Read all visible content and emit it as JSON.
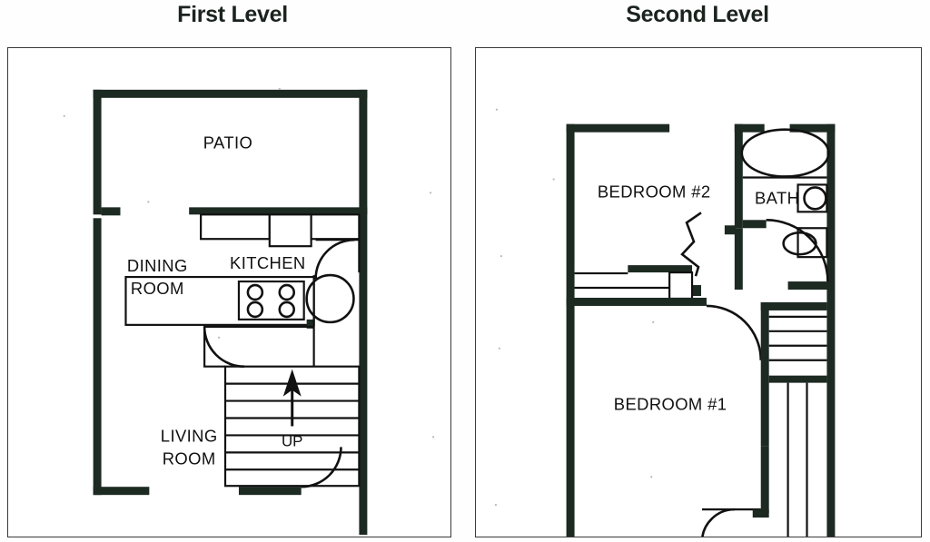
{
  "document": {
    "kind": "floor-plan",
    "panel_count": 2
  },
  "panels": [
    {
      "title": "First Level",
      "rooms": [
        {
          "name": "PATIO",
          "label_lines": [
            "PATIO"
          ]
        },
        {
          "name": "KITCHEN",
          "label_lines": [
            "KITCHEN"
          ]
        },
        {
          "name": "DINING ROOM",
          "label_lines": [
            "DINING",
            "ROOM"
          ]
        },
        {
          "name": "LIVING ROOM",
          "label_lines": [
            "LIVING",
            "ROOM"
          ]
        }
      ],
      "annotations": [
        {
          "name": "stair-direction",
          "text": "UP",
          "icon": "up-arrow-icon"
        }
      ],
      "fixtures": [
        "upper-cabinets",
        "kitchen-counter",
        "cooktop-four-burner",
        "round-table",
        "stair-run",
        "entry-door-swing",
        "interior-door-swing"
      ]
    },
    {
      "title": "Second Level",
      "rooms": [
        {
          "name": "BEDROOM #2",
          "label_lines": [
            "BEDROOM #2"
          ]
        },
        {
          "name": "BATH",
          "label_lines": [
            "BATH"
          ]
        },
        {
          "name": "BEDROOM #1",
          "label_lines": [
            "BEDROOM #1"
          ]
        }
      ],
      "annotations": [],
      "fixtures": [
        "bathtub-oval",
        "toilet",
        "sink-oval",
        "bath-door-swing",
        "closet-sliding-doors",
        "bedroom2-door-swing",
        "bedroom1-door-swing",
        "stair-run-down",
        "linen-closet"
      ]
    }
  ],
  "labels": {
    "first_level": {
      "patio": "PATIO",
      "kitchen": "KITCHEN",
      "dining_line1": "DINING",
      "dining_line2": "ROOM",
      "living_line1": "LIVING",
      "living_line2": "ROOM",
      "up": "UP"
    },
    "second_level": {
      "bedroom2": "BEDROOM #2",
      "bath": "BATH",
      "bedroom1": "BEDROOM #1"
    }
  },
  "colors": {
    "wall": "#1c2a22",
    "line": "#111111",
    "frame": "#3a3a3a",
    "background": "#ffffff",
    "title": "#1b231f"
  }
}
